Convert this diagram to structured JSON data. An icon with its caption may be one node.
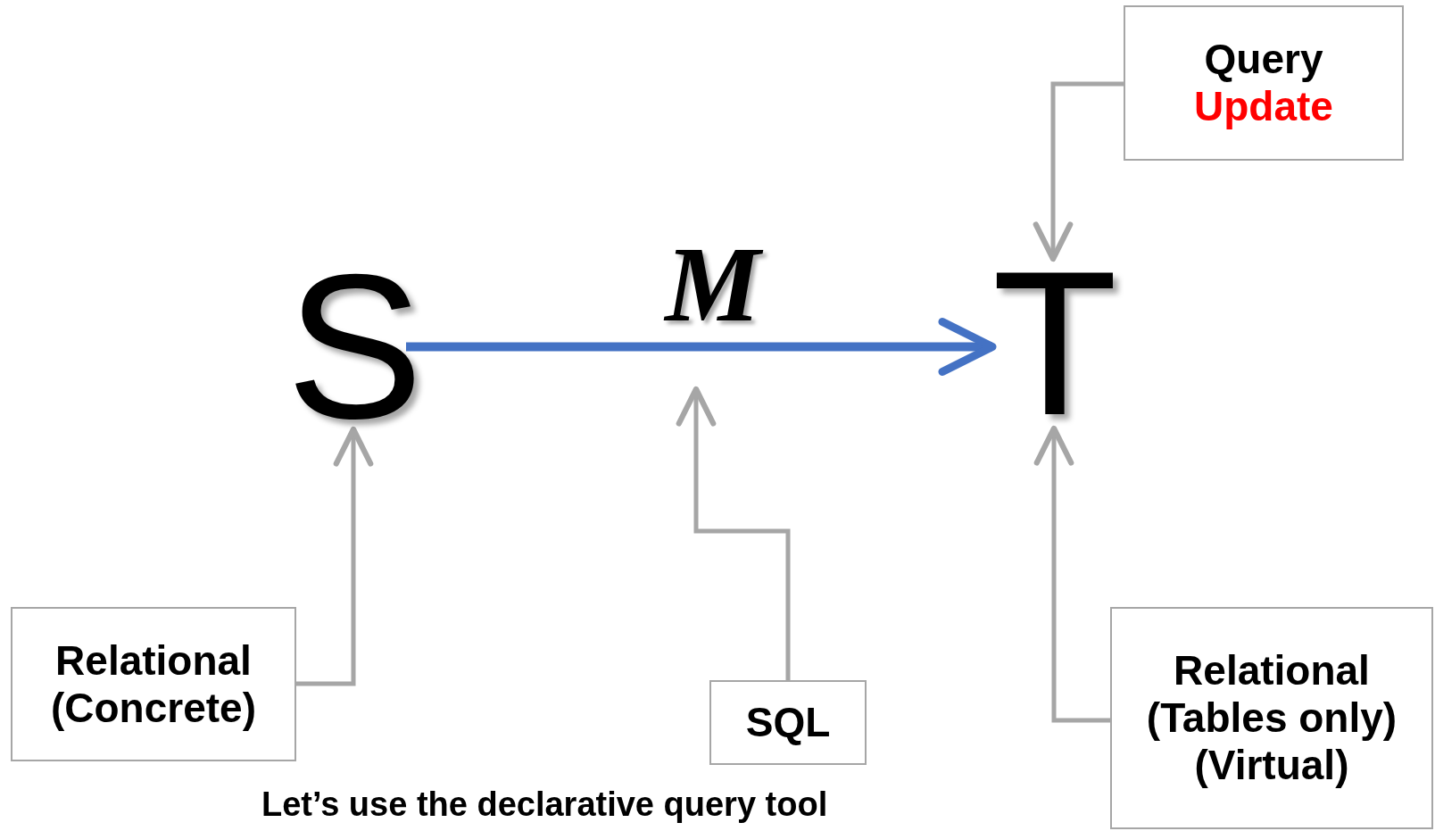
{
  "diagram": {
    "nodes": [
      {
        "text": [
          "S"
        ]
      },
      {
        "text": [
          "T"
        ]
      },
      {
        "text": [
          "Query",
          "Update"
        ]
      },
      {
        "text": [
          "Relational (Concrete)"
        ]
      },
      {
        "text": [
          "SQL"
        ]
      },
      {
        "text": [
          "Relational (Tables only) (Virtual)"
        ]
      }
    ],
    "edges": [
      {
        "from": 0,
        "to": 1,
        "arrow": "to",
        "label": "M",
        "color": "#4472c4",
        "style": "thick"
      },
      {
        "from": 2,
        "to": 1,
        "arrow": "to"
      },
      {
        "from": 3,
        "to": 0,
        "arrow": "to"
      },
      {
        "from": 4,
        "to": null,
        "arrow": "to"
      },
      {
        "from": 5,
        "to": 1,
        "arrow": "to"
      }
    ],
    "labels": [
      "Let’s use the declarative query tool"
    ]
  }
}
